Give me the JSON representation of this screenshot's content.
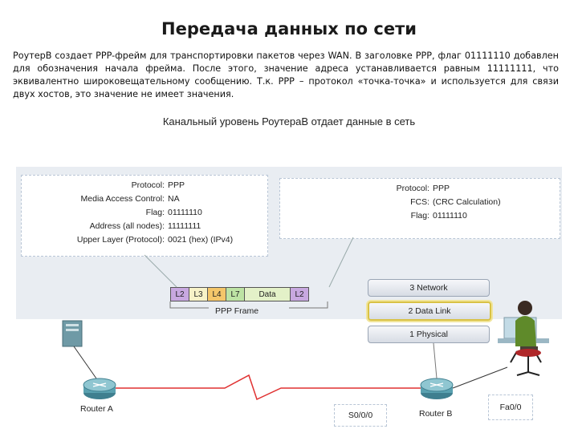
{
  "slide": {
    "title": "Передача данных по сети",
    "description": "РоутерB создает PPP-фрейм для транспортировки пакетов через WAN. В заголовке PPP, флаг 01111110 добавлен для обозначения начала фрейма. После этого, значение адреса устанавливается равным 11111111, что эквивалентно широковещательному сообщению. Т.к. PPP – протокол «точка-точка» и используется для связи двух хостов, это значение не имеет значения."
  },
  "figure": {
    "title": "Канальный уровень РоутераB отдает данные в сеть",
    "left_panel": [
      {
        "key": "Protocol:",
        "value": "PPP"
      },
      {
        "key": "Media Access Control:",
        "value": "NA"
      },
      {
        "key": "Flag:",
        "value": "01111110"
      },
      {
        "key": "Address (all nodes):",
        "value": "11111111"
      },
      {
        "key": "Upper Layer (Protocol):",
        "value": "0021 (hex) (IPv4)"
      }
    ],
    "right_panel": [
      {
        "key": "Protocol:",
        "value": "PPP"
      },
      {
        "key": "FCS:",
        "value": "(CRC Calculation)"
      },
      {
        "key": "Flag:",
        "value": "01111110"
      }
    ],
    "frame": {
      "segments": [
        {
          "label": "L2",
          "color": "#c8a8e0"
        },
        {
          "label": "L3",
          "color": "#f7f2c8"
        },
        {
          "label": "L4",
          "color": "#f4c66a"
        },
        {
          "label": "L7",
          "color": "#bde3a4"
        },
        {
          "label": "Data",
          "color": "#e3f1c8"
        },
        {
          "label": "L2",
          "color": "#c8a8e0"
        }
      ],
      "label": "PPP Frame"
    },
    "layers": [
      {
        "label": "3 Network",
        "active": false
      },
      {
        "label": "2 Data Link",
        "active": true
      },
      {
        "label": "1 Physical",
        "active": false
      }
    ],
    "devices": {
      "router_a": "Router A",
      "router_b": "Router B",
      "port_s": "S0/0/0",
      "port_fa": "Fa0/0"
    },
    "colors": {
      "link_line": "#e03030",
      "router": "#5aa1b0",
      "server": "#6f9aa6"
    }
  }
}
